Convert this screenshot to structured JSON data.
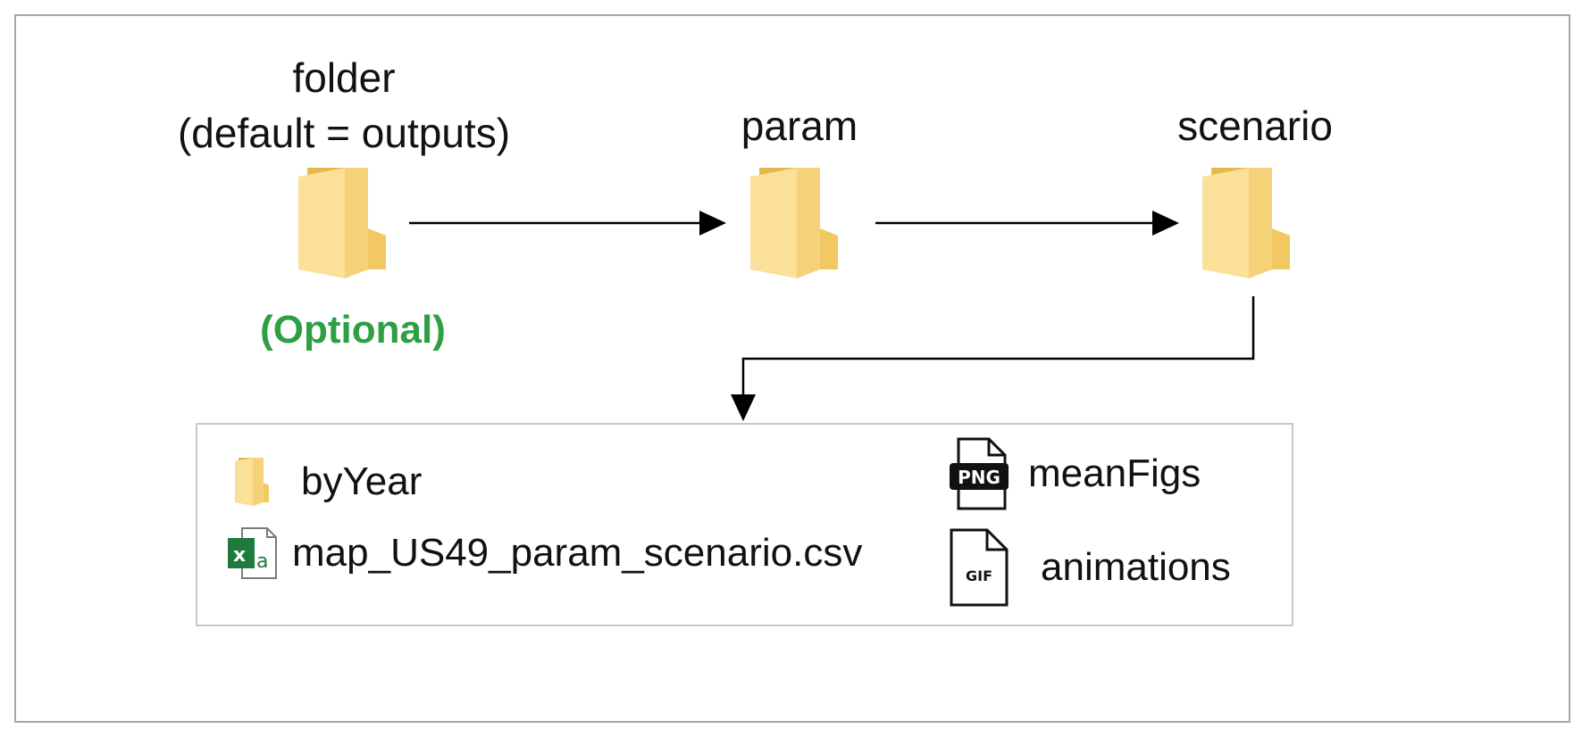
{
  "folders": {
    "root": {
      "label_line1": "folder",
      "label_line2": "(default = outputs)",
      "note": "(Optional)"
    },
    "param": {
      "label": "param"
    },
    "scenario": {
      "label": "scenario"
    }
  },
  "contents": {
    "byYear": {
      "label": "byYear",
      "icon": "folder-icon"
    },
    "csv": {
      "label": "map_US49_param_scenario.csv",
      "icon": "excel-file-icon"
    },
    "meanFigs": {
      "label": "meanFigs",
      "icon": "png-file-icon",
      "badge": "PNG"
    },
    "animations": {
      "label": "animations",
      "icon": "gif-file-icon",
      "badge": "GIF"
    }
  },
  "colors": {
    "optional": "#2ea043",
    "folder": "#f5d77a",
    "excel": "#1f7a3d",
    "border": "#a6a6a6"
  }
}
